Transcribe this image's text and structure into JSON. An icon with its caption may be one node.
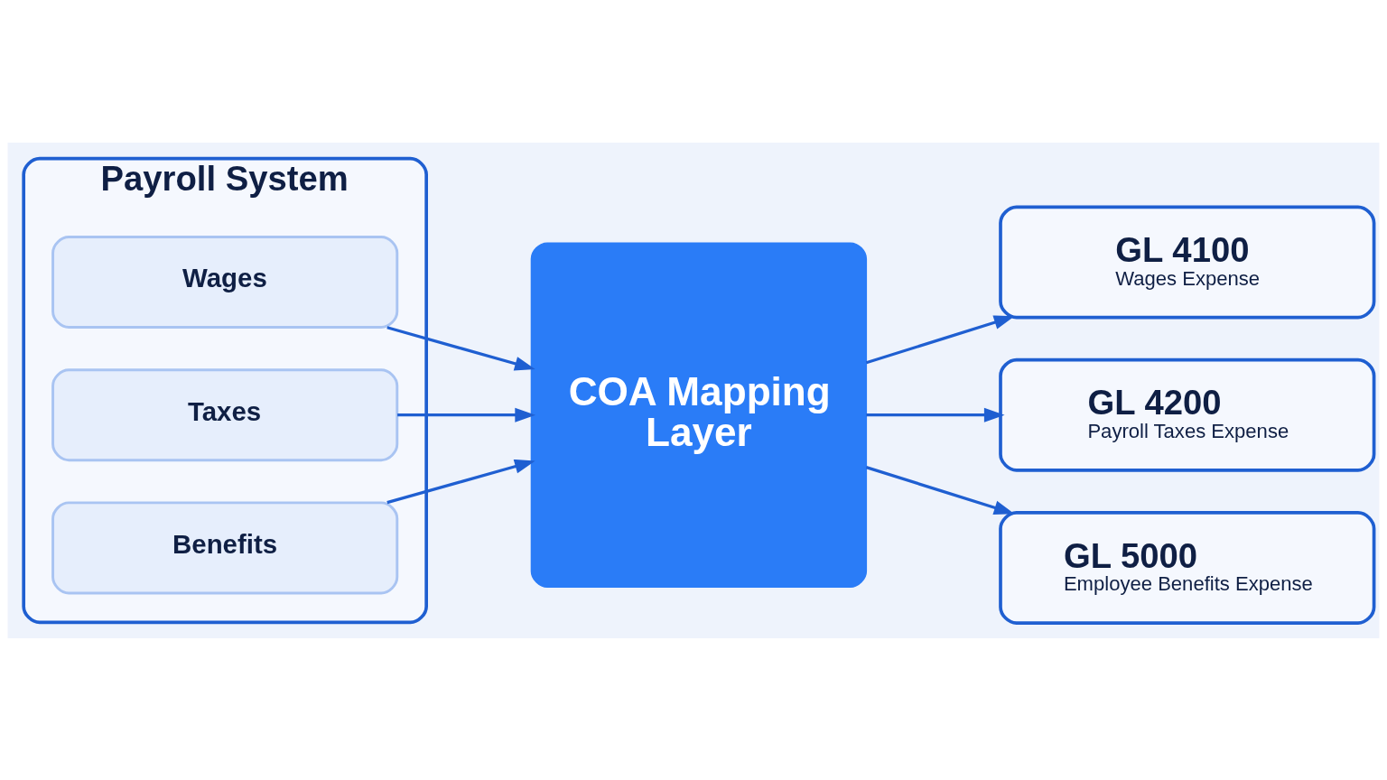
{
  "diagram": {
    "nodes": [
      {
        "text": [
          "Payroll System"
        ]
      },
      {
        "text": [
          "Wages"
        ],
        "in": 0
      },
      {
        "text": [
          "Taxes"
        ],
        "in": 0
      },
      {
        "text": [
          "Benefits"
        ],
        "in": 0
      },
      {
        "text": [
          "COA Mapping Layer"
        ]
      },
      {
        "text": [
          "GL 4100",
          "Wages Expense"
        ]
      },
      {
        "text": [
          "GL 4200",
          "Payroll Taxes Expense"
        ]
      },
      {
        "text": [
          "GL 5000",
          "Employee Benefits Expense"
        ]
      }
    ],
    "edges": [
      {
        "from": 1,
        "to": 4,
        "arrow": "to"
      },
      {
        "from": 2,
        "to": 4,
        "arrow": "to"
      },
      {
        "from": 3,
        "to": 4,
        "arrow": "to"
      },
      {
        "from": 4,
        "to": 5,
        "arrow": "to"
      },
      {
        "from": 4,
        "to": 6,
        "arrow": "to"
      },
      {
        "from": 4,
        "to": 7,
        "arrow": "to"
      }
    ]
  }
}
